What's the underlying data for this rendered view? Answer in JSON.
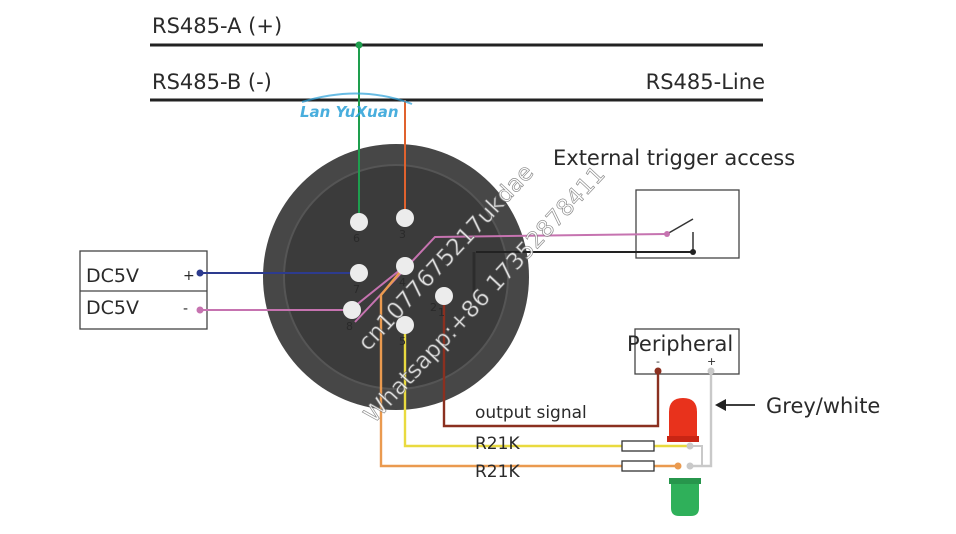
{
  "bus": {
    "line_a_label": "RS485-A (+)",
    "line_b_label": "RS485-B  (-)",
    "line_name": "RS485-Line"
  },
  "trigger": {
    "label": "External trigger access"
  },
  "power": {
    "positive_label": "DC5V",
    "positive_sign": "+",
    "negative_label": "DC5V",
    "negative_sign": "-"
  },
  "peripheral": {
    "label": "Peripheral",
    "minus_sign": "-",
    "plus_sign": "+",
    "wire_note": "Grey/white"
  },
  "outputs": {
    "signal_label": "output signal",
    "resistor_1_label": "R21K",
    "resistor_2_label": "R21K"
  },
  "pins": [
    "1",
    "2",
    "3",
    "4",
    "5",
    "6",
    "7",
    "8"
  ],
  "watermarks": {
    "brand": "Lan YuXuan",
    "line_1": "cn1077675217ukdae",
    "line_2": "Whatsapp:+86  17352878411"
  },
  "colors": {
    "green_wire": "#1e9e4e",
    "red_wire": "#e0622e",
    "blue_wire": "#2d3b8e",
    "pink_wire": "#c673b0",
    "dark_red_wire": "#8b3020",
    "yellow_wire": "#e9da3f",
    "orange_wire": "#ea9a4f",
    "grey_wire": "#c9c9c9",
    "connector": "#474747",
    "red_led": "#e8321c",
    "green_led": "#2fb05a"
  }
}
